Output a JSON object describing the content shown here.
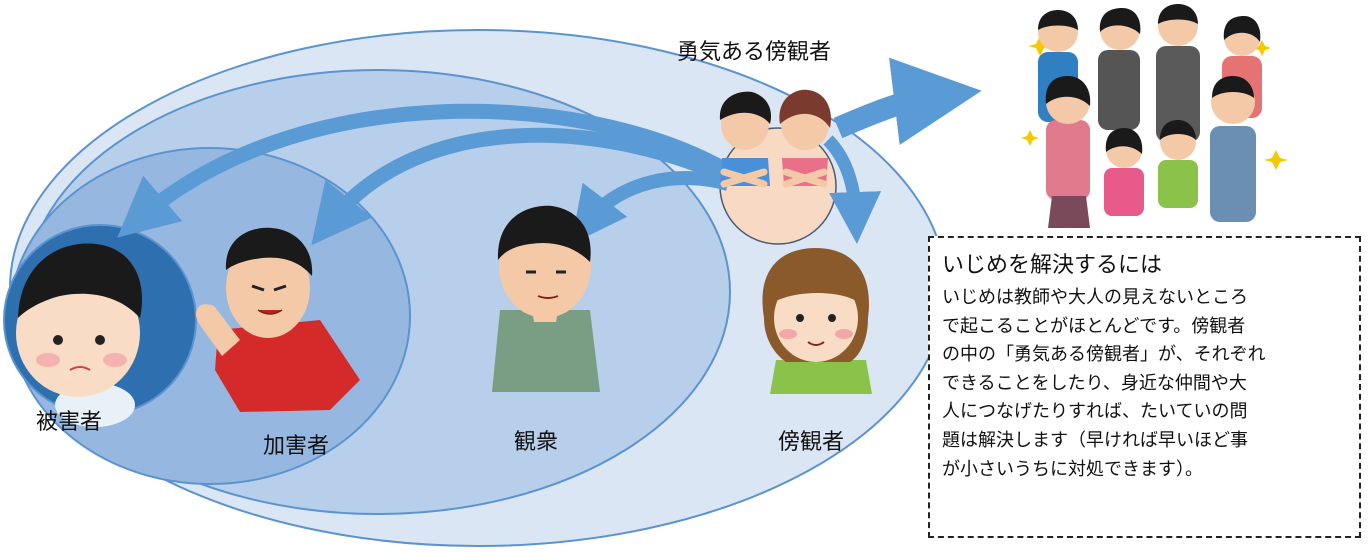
{
  "diagram": {
    "labels": {
      "courageous_bystander": "勇気ある傍観者",
      "victim": "被害者",
      "perpetrator": "加害者",
      "audience": "観衆",
      "bystander": "傍観者"
    },
    "note": {
      "title": "いじめを解決するには",
      "lines": [
        "いじめは教師や大人の見えないところ",
        "で起こることがほとんどです。傍観者",
        "の中の「勇気ある傍観者」が、それぞれ",
        "できることをしたり、身近な仲間や大",
        "人につなげたりすれば、たいていの問",
        "題は解決します（早ければ早いほど事",
        "が小さいうちに対処できます）。"
      ]
    }
  },
  "colors": {
    "outer_ring": "#dbe6f4",
    "bystander_ring": "#b7cfea",
    "perpetrator_ring": "#96b8e0",
    "victim_circle": "#2e6faf",
    "ring_stroke": "#5b93cf",
    "arrow": "#5b9bd5"
  }
}
